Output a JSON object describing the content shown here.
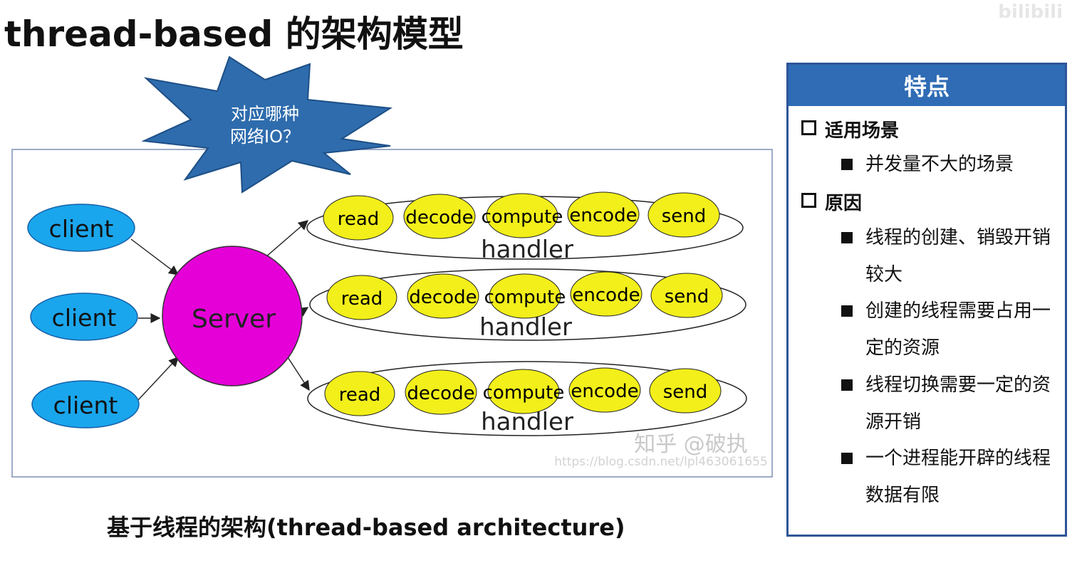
{
  "title": "thread-based 的架构模型",
  "top_watermark": "bilibili",
  "callout": {
    "line1": "对应哪种",
    "line2": "网络IO？"
  },
  "clients": [
    "client",
    "client",
    "client"
  ],
  "server": "Server",
  "handlers": [
    {
      "steps": [
        "read",
        "decode",
        "compute",
        "encode",
        "send"
      ],
      "label": "handler"
    },
    {
      "steps": [
        "read",
        "decode",
        "compute",
        "encode",
        "send"
      ],
      "label": "handler"
    },
    {
      "steps": [
        "read",
        "decode",
        "compute",
        "encode",
        "send"
      ],
      "label": "handler"
    }
  ],
  "watermark": {
    "zhihu": "知乎 @破执",
    "url": "https://blog.csdn.net/lpl463061655"
  },
  "caption": "基于线程的架构(thread-based architecture)",
  "panel": {
    "header": "特点",
    "sections": [
      {
        "title": "适用场景",
        "items": [
          "并发量不大的场景"
        ]
      },
      {
        "title": "原因",
        "items": [
          "线程的创建、销毁开销较大",
          "创建的线程需要占用一定的资源",
          "线程切换需要一定的资源开销",
          "一个进程能开辟的线程数据有限"
        ]
      }
    ]
  },
  "colors": {
    "client": "#1aa6ec",
    "server": "#e500d8",
    "step": "#f2ef1a",
    "panel_border": "#2f5597",
    "panel_header": "#2f6cb5",
    "callout": "#2e6cad"
  }
}
